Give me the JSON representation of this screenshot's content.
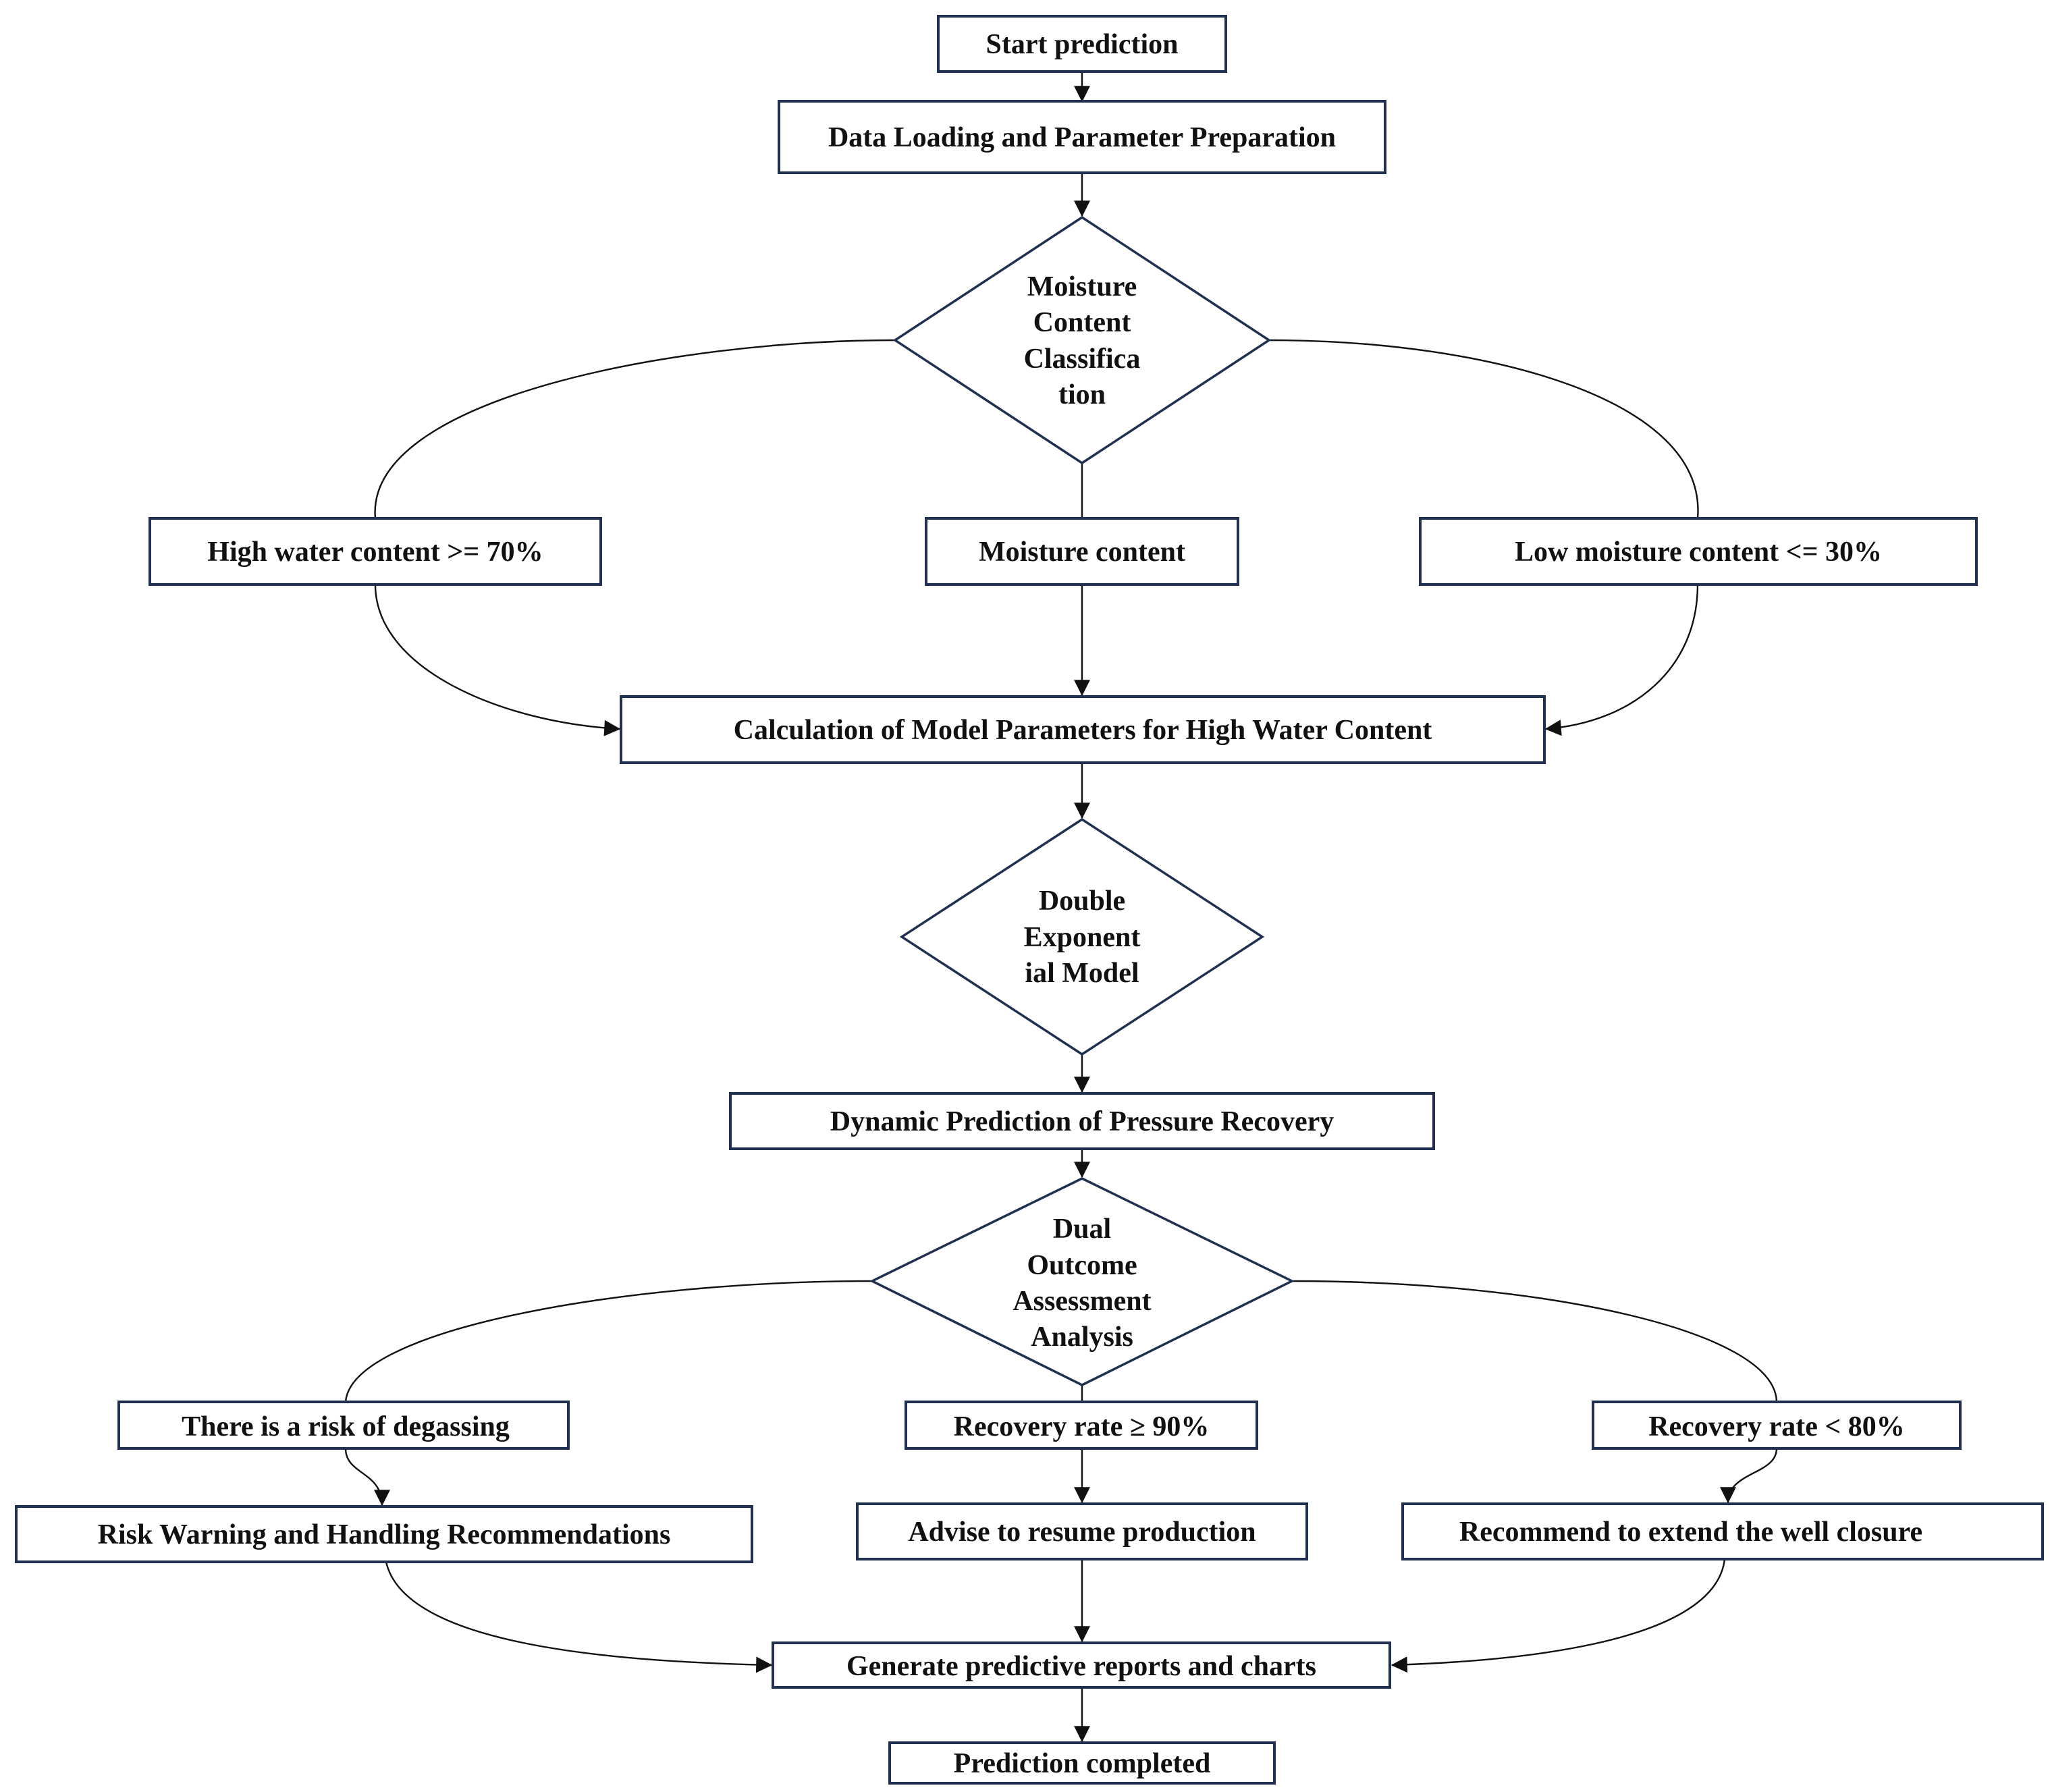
{
  "nodes": {
    "start": "Start prediction",
    "data_loading": "Data Loading and Parameter Preparation",
    "moisture_classification": [
      "Moisture",
      "Content",
      "Classifica",
      "tion"
    ],
    "high_water": "High water content >= 70%",
    "moisture_content": "Moisture content",
    "low_moisture": "Low moisture content <= 30%",
    "calculation": "Calculation of Model Parameters for High Water Content",
    "double_exponential": [
      "Double",
      "Exponent",
      "ial Model"
    ],
    "dynamic_prediction": "Dynamic Prediction of Pressure Recovery",
    "dual_outcome": [
      "Dual",
      "Outcome",
      "Assessment",
      "Analysis"
    ],
    "degassing_risk": "There is a risk of degassing",
    "recovery_high": "Recovery rate ≥ 90%",
    "recovery_low": "Recovery rate < 80%",
    "risk_warning": "Risk Warning and Handling Recommendations",
    "resume_production": "Advise to resume production",
    "extend_closure": "Recommend to extend the well closure",
    "generate_reports": "Generate predictive reports and charts",
    "completed": "Prediction completed"
  }
}
